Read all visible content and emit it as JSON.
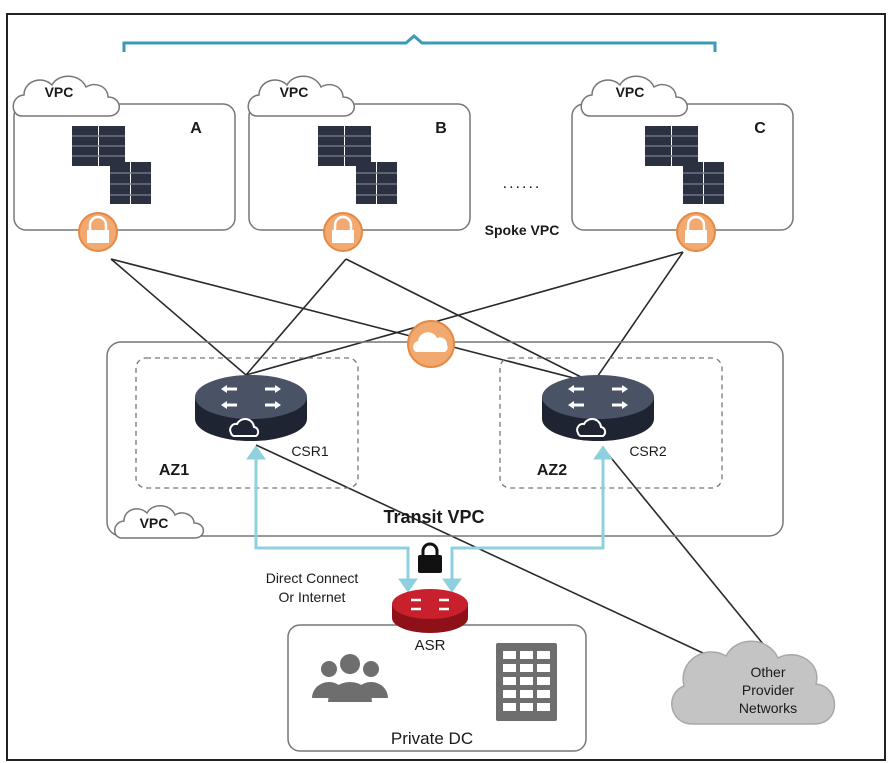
{
  "spokes": [
    {
      "cloud_label": "VPC",
      "letter": "A"
    },
    {
      "cloud_label": "VPC",
      "letter": "B"
    },
    {
      "cloud_label": "VPC",
      "letter": "C"
    }
  ],
  "ellipsis": "......",
  "spoke_vpc_label": "Spoke VPC",
  "transit": {
    "title": "Transit VPC",
    "cloud_label": "VPC",
    "az1": {
      "label": "AZ1",
      "router": "CSR1"
    },
    "az2": {
      "label": "AZ2",
      "router": "CSR2"
    }
  },
  "connection": {
    "line1": "Direct Connect",
    "line2": "Or Internet"
  },
  "asr_label": "ASR",
  "private_dc_label": "Private DC",
  "other_networks": {
    "line1": "Other",
    "line2": "Provider",
    "line3": "Networks"
  },
  "colors": {
    "bracket": "#3a9bb8",
    "vpn_orange": "#f2a970",
    "link_teal": "#8fd0e0",
    "router_dark": "#2d3345",
    "asr_red": "#c8202c",
    "cloud_gray": "#c4c4c4"
  }
}
